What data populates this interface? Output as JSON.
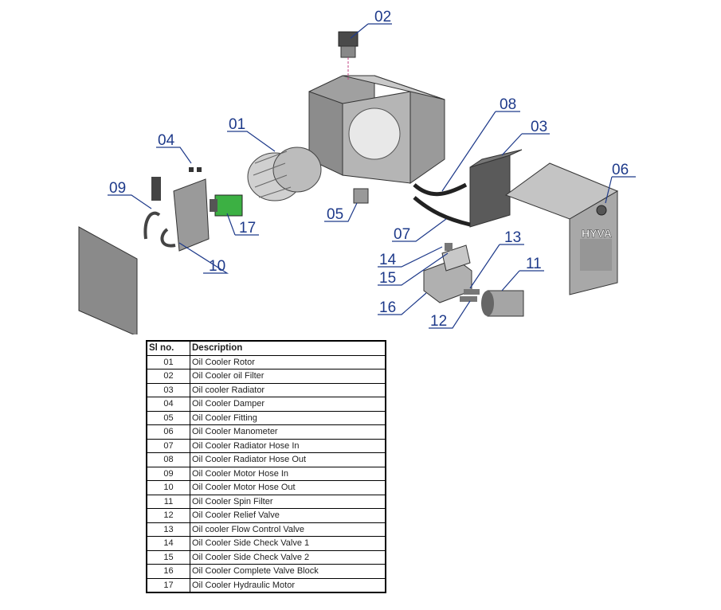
{
  "callouts": [
    "01",
    "02",
    "03",
    "04",
    "05",
    "06",
    "07",
    "08",
    "09",
    "10",
    "11",
    "12",
    "13",
    "14",
    "15",
    "16",
    "17"
  ],
  "label_hyva": "HYVA",
  "table": {
    "headers": [
      "Sl no.",
      "Description"
    ],
    "rows": [
      {
        "no": "01",
        "desc": "Oil Cooler Rotor"
      },
      {
        "no": "02",
        "desc": "Oil Cooler oil Filter"
      },
      {
        "no": "03",
        "desc": "Oil cooler Radiator"
      },
      {
        "no": "04",
        "desc": "Oil Cooler Damper"
      },
      {
        "no": "05",
        "desc": "Oil Cooler Fitting"
      },
      {
        "no": "06",
        "desc": "Oil Cooler Manometer"
      },
      {
        "no": "07",
        "desc": "Oil Cooler Radiator Hose In"
      },
      {
        "no": "08",
        "desc": "Oil Cooler Radiator Hose Out"
      },
      {
        "no": "09",
        "desc": "Oil Cooler Motor Hose In"
      },
      {
        "no": "10",
        "desc": "Oil Cooler Motor Hose Out"
      },
      {
        "no": "11",
        "desc": "Oil Cooler Spin Filter"
      },
      {
        "no": "12",
        "desc": "Oil Cooler Relief Valve"
      },
      {
        "no": "13",
        "desc": "Oil cooler Flow Control Valve"
      },
      {
        "no": "14",
        "desc": "Oil Cooler Side Check Valve 1"
      },
      {
        "no": "15",
        "desc": "Oil Cooler Side Check Valve 2"
      },
      {
        "no": "16",
        "desc": "Oil Cooler Complete Valve Block"
      },
      {
        "no": "17",
        "desc": "Oil Cooler Hydraulic Motor"
      }
    ]
  },
  "colors": {
    "callout": "#1e3a8a",
    "motor": "#3cb043",
    "metal": "#bdbdbd",
    "dark": "#3a3a3a"
  }
}
